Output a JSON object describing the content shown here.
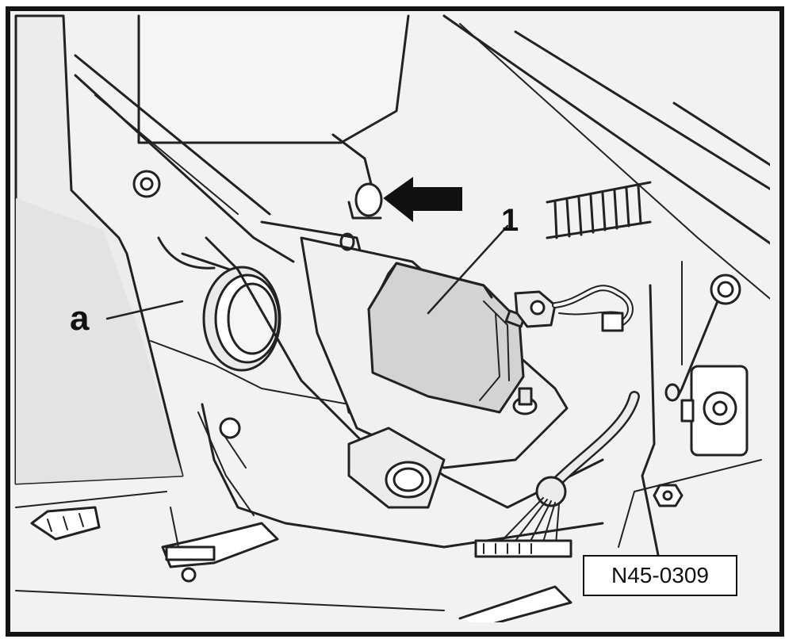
{
  "figure": {
    "callouts": {
      "part_1": "1",
      "part_a": "a"
    },
    "reference_code": "N45-0309"
  },
  "colors": {
    "frame": "#141414",
    "background": "#f2f2f2",
    "module_fill": "#d3d3d3",
    "arrow": "#111111"
  }
}
